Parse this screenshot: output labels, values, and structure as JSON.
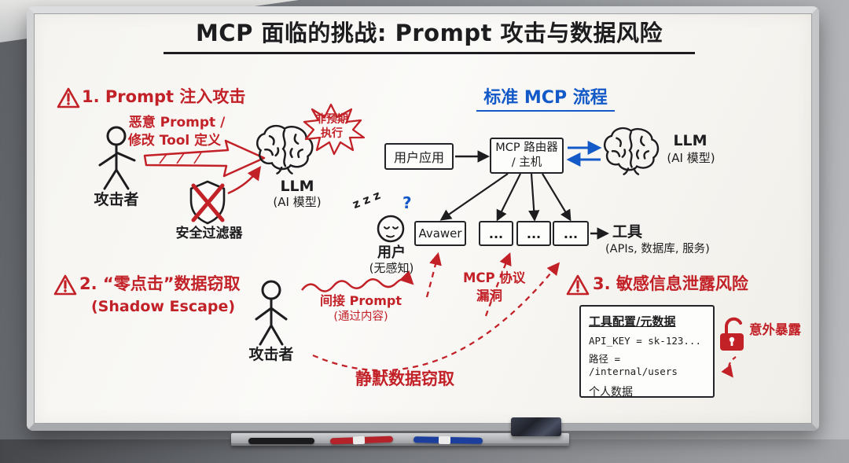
{
  "title": "MCP 面临的挑战: Prompt 攻击与数据风险",
  "colors": {
    "marker_red": "#c22127",
    "marker_blue": "#1459c8",
    "marker_black": "#1d1d1f"
  },
  "section1": {
    "heading": "1. Prompt 注入攻击",
    "attacker_label": "攻击者",
    "arrow_label_line1": "恶意 Prompt /",
    "arrow_label_line2": "修改 Tool 定义",
    "burst_line1": "非预期",
    "burst_line2": "执行",
    "llm_label": "LLM",
    "llm_sublabel": "(AI 模型)",
    "shield_label": "安全过滤器"
  },
  "flow": {
    "heading": "标准 MCP 流程",
    "user_app": "用户应用",
    "router_line1": "MCP 路由器",
    "router_line2": "/ 主机",
    "llm_label": "LLM",
    "llm_sublabel": "(AI 模型)",
    "tool_boxes": [
      "Avawer",
      "...",
      "...",
      "..."
    ],
    "tools_label": "工具",
    "tools_sublabel": "(APIs, 数据库, 服务)",
    "user_zzz": "z z z",
    "question_mark": "?",
    "user_label": "用户",
    "user_sublabel": "(无感知)"
  },
  "section2": {
    "heading": "2. “零点击”数据窃取",
    "subheading": "(Shadow Escape)",
    "attacker_label": "攻击者",
    "indirect_line1": "间接 Prompt",
    "indirect_line2": "(通过内容)",
    "vuln_line1": "MCP 协议",
    "vuln_line2": "漏洞",
    "exfil_label": "静默数据窃取"
  },
  "section3": {
    "heading": "3. 敏感信息泄露风险",
    "box_title": "工具配置/元数据",
    "box_line1": "API_KEY = sk-123...",
    "box_line2": "路径 = /internal/users",
    "box_line3": "个人数据",
    "leak_label": "意外暴露"
  }
}
